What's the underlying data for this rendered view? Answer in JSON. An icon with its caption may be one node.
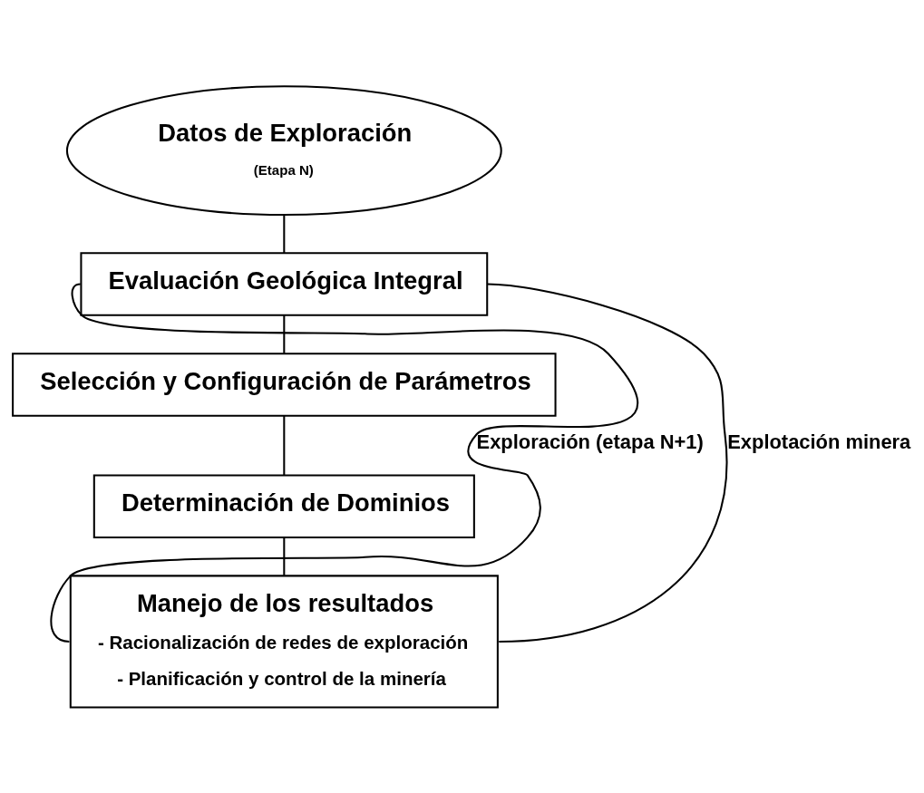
{
  "diagram": {
    "nodes": [
      {
        "text": [
          "Datos de Exploración",
          "(Etapa N)"
        ]
      },
      {
        "text": [
          "Evaluación Geológica Integral"
        ]
      },
      {
        "text": [
          "Selección y Configuración de Parámetros"
        ]
      },
      {
        "text": [
          "Determinación de Dominios"
        ]
      },
      {
        "text": [
          "Manejo de los resultados",
          "- Racionalización de redes de exploración",
          "- Planificación y control de la minería"
        ]
      }
    ],
    "edges": [
      {
        "from": 0,
        "to": 1,
        "arrow": "none"
      },
      {
        "from": 1,
        "to": 2,
        "arrow": "none"
      },
      {
        "from": 2,
        "to": 3,
        "arrow": "none"
      },
      {
        "from": 3,
        "to": 4,
        "arrow": "none"
      },
      {
        "from": 4,
        "to": 1,
        "arrow": "none",
        "label": "Exploración (etapa N+1)"
      },
      {
        "from": 4,
        "to": 1,
        "arrow": "none",
        "label": "Explotación minera"
      }
    ]
  }
}
